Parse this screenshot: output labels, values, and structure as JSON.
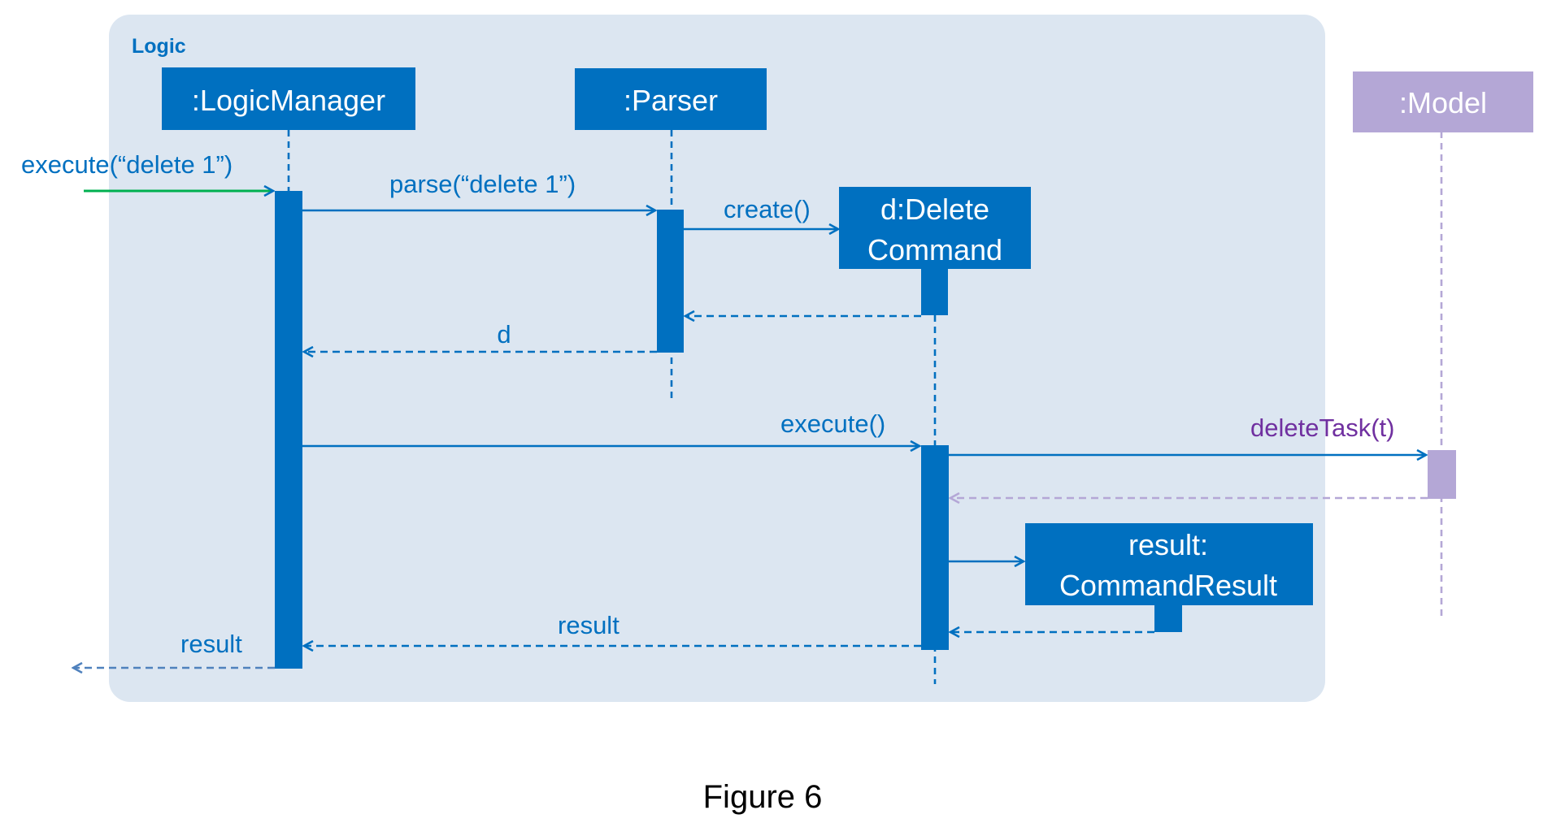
{
  "frame": {
    "label": "Logic"
  },
  "participants": {
    "logic_manager": ":LogicManager",
    "parser": ":Parser",
    "delete_command_line1": "d:Delete",
    "delete_command_line2": "Command",
    "model": ":Model",
    "command_result_line1": "result:",
    "command_result_line2": "CommandResult"
  },
  "messages": {
    "execute_delete": "execute(“delete 1”)",
    "parse": "parse(“delete 1”)",
    "create": "create()",
    "return_d": "d",
    "execute": "execute()",
    "delete_task": "deleteTask(t)",
    "return_result_inner": "result",
    "return_result_outer": "result"
  },
  "caption": "Figure 6",
  "colors": {
    "frame_bg": "#dce6f1",
    "logic_blue": "#0070c0",
    "model_purple": "#b4a7d6",
    "model_text": "#7030a0",
    "entry_green": "#00b050",
    "return_outer": "#4f81bd"
  }
}
